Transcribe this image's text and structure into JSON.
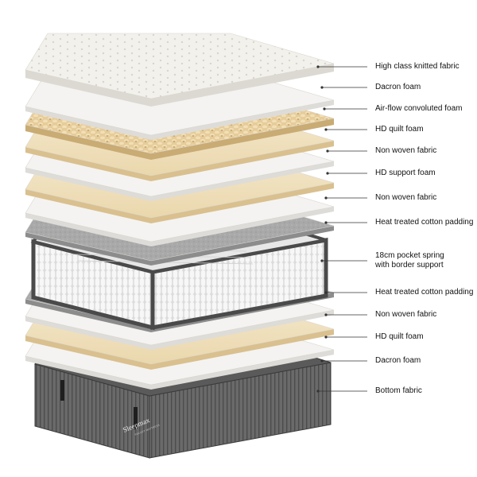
{
  "colors": {
    "knit": "#f3f1ec",
    "white": "#f4f3f1",
    "cream": "#f1e3c2",
    "convoluted": "#e6cc9a",
    "gray": "#a9a9a9",
    "frame": "#4a4a4a",
    "base": "#5e5e5e",
    "leader": "#333333"
  },
  "brand": {
    "name": "Sleepmax",
    "tagline": "POCKET MATTRESS"
  },
  "layers": [
    {
      "id": "knitted",
      "label": "High class knitted fabric",
      "type": "knit"
    },
    {
      "id": "dacron-top",
      "label": "Dacron foam",
      "type": "white"
    },
    {
      "id": "convoluted",
      "label": "Air-flow convoluted foam",
      "type": "convoluted"
    },
    {
      "id": "quilt-top",
      "label": "HD quilt foam",
      "type": "cream"
    },
    {
      "id": "nonwoven-1",
      "label": "Non woven fabric",
      "type": "white"
    },
    {
      "id": "support",
      "label": "HD support foam",
      "type": "cream"
    },
    {
      "id": "nonwoven-2",
      "label": "Non woven fabric",
      "type": "white"
    },
    {
      "id": "padding-top",
      "label": "Heat treated cotton padding",
      "type": "gray"
    },
    {
      "id": "spring",
      "label": "18cm pocket spring\nwith border support",
      "type": "spring"
    },
    {
      "id": "padding-bottom",
      "label": "Heat treated cotton padding",
      "type": "gray"
    },
    {
      "id": "nonwoven-3",
      "label": "Non woven fabric",
      "type": "white"
    },
    {
      "id": "quilt-bottom",
      "label": "HD quilt foam",
      "type": "cream"
    },
    {
      "id": "dacron-bottom",
      "label": "Dacron foam",
      "type": "white"
    },
    {
      "id": "bottom",
      "label": "Bottom fabric",
      "type": "base"
    }
  ]
}
